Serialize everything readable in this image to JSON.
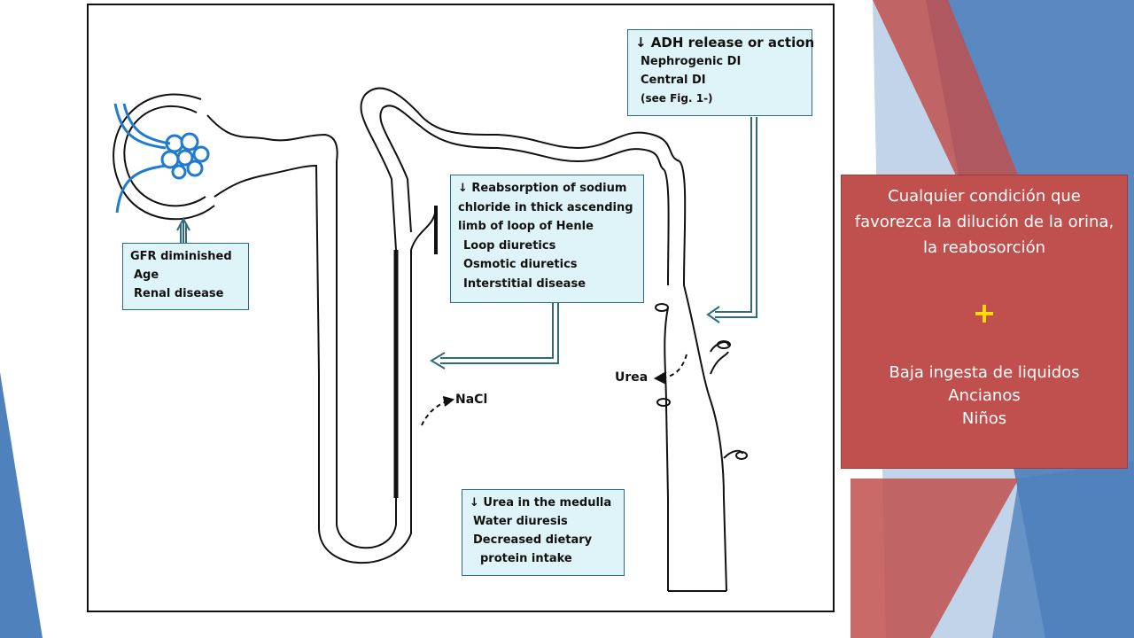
{
  "callouts": {
    "adh": {
      "lines": [
        "↓ ADH release or action",
        "Nephrogenic DI",
        "Central DI",
        "(see Fig. 1-)"
      ]
    },
    "reabsorption": {
      "lines": [
        "↓ Reabsorption of sodium",
        "chloride in thick ascending",
        "limb of loop of Henle",
        "Loop diuretics",
        "Osmotic diuretics",
        "Interstitial disease"
      ]
    },
    "gfr": {
      "lines": [
        "GFR diminished",
        "Age",
        "Renal disease"
      ]
    },
    "urea": {
      "lines": [
        "↓ Urea in the medulla",
        "Water diuresis",
        "Decreased dietary",
        "protein intake"
      ]
    }
  },
  "labels": {
    "nacl": "NaCl",
    "urea": "Urea"
  },
  "side_panel": {
    "intro": "Cualquier condición que favorezca la dilución de la orina, la reabosorción",
    "plus": "+",
    "items": [
      "Baja ingesta de liquidos",
      "Ancianos",
      "Niños"
    ]
  },
  "colors": {
    "callout_fill": "#dff4f8",
    "panel_fill": "#c0504d",
    "glomerulus": "#1f7ad1",
    "plus": "#ffe100"
  }
}
